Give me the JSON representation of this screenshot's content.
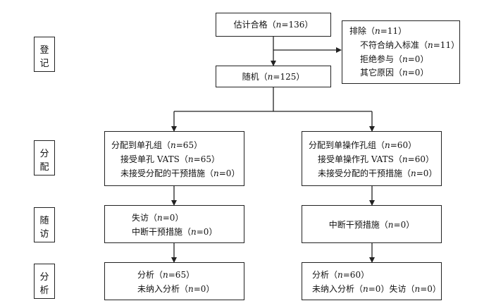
{
  "stages": {
    "enroll": [
      "登",
      "记"
    ],
    "alloc": [
      "分",
      "配"
    ],
    "followup": [
      "随",
      "访"
    ],
    "analysis": [
      "分",
      "析"
    ]
  },
  "assessed": {
    "text": "估计合格（",
    "n": "n",
    "rest": "=136）"
  },
  "excluded": {
    "title": [
      "排除（",
      "n",
      "=11）"
    ],
    "lines": [
      [
        "不符合纳入标准（",
        "n",
        "=11）"
      ],
      [
        "拒绝参与（",
        "n",
        "=0）"
      ],
      [
        "其它原因（",
        "n",
        "=0）"
      ]
    ]
  },
  "randomized": {
    "text": "随机（",
    "n": "n",
    "rest": "=125）"
  },
  "left_alloc": [
    [
      "分配到单孔组（",
      "n",
      "=65）"
    ],
    [
      "接受单孔 VATS（",
      "n",
      "=65）"
    ],
    [
      "未接受分配的干预措施（",
      "n",
      "=0）"
    ]
  ],
  "right_alloc": [
    [
      "分配到单操作孔组（",
      "n",
      "=60）"
    ],
    [
      "接受单操作孔 VATS（",
      "n",
      "=60）"
    ],
    [
      "未接受分配的干预措施（",
      "n",
      "=0）"
    ]
  ],
  "left_follow": [
    [
      "失访（",
      "n",
      "=0）"
    ],
    [
      "中断干预措施（",
      "n",
      "=0）"
    ]
  ],
  "right_follow": [
    [
      "中断干预措施（",
      "n",
      "=0）"
    ]
  ],
  "left_analysis": [
    [
      "分析（",
      "n",
      "=65）"
    ],
    [
      "未纳入分析（",
      "n",
      "=0）"
    ]
  ],
  "right_analysis": [
    [
      "分析（",
      "n",
      "=60）"
    ],
    [
      "未纳入分析（",
      "n",
      "=0）失访（",
      "n",
      "=0）"
    ]
  ]
}
